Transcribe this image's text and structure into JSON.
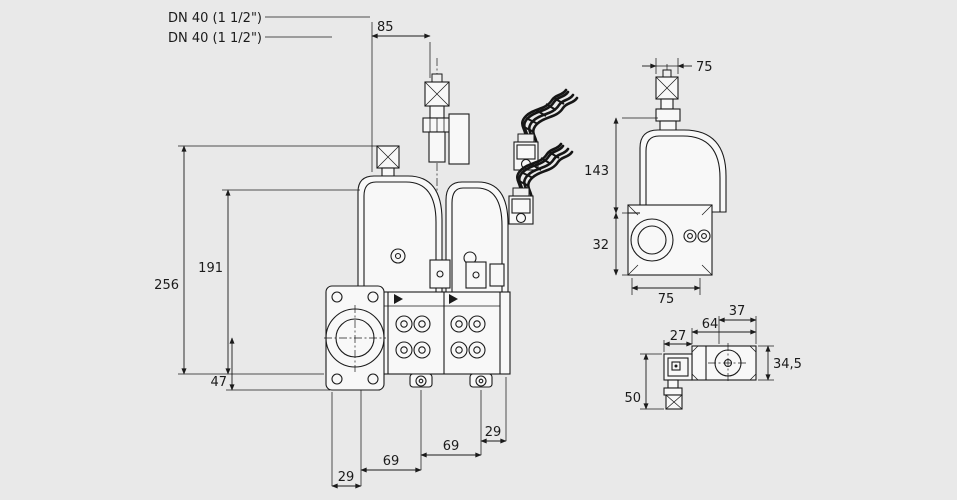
{
  "page": {
    "background_color": "#e9e9e9",
    "line_color": "#1b1b1b",
    "description": "Technical dimension drawing of a double solenoid gas valve with front view, side view and detail top view"
  },
  "labels": {
    "dn_line1": "DN 40 (1 1/2\")",
    "dn_line2": "DN 40 (1 1/2\")"
  },
  "front_view": {
    "dim_top_85": "85",
    "dim_height_256": "256",
    "dim_height_191": "191",
    "dim_height_47": "47",
    "dim_bottom_29_left": "29",
    "dim_bottom_69_left": "69",
    "dim_bottom_69_right": "69",
    "dim_bottom_29_right": "29"
  },
  "side_view": {
    "dim_top_75": "75",
    "dim_height_143": "143",
    "dim_height_32": "32",
    "dim_bottom_75": "75"
  },
  "detail_view": {
    "dim_37": "37",
    "dim_64": "64",
    "dim_27": "27",
    "dim_34_5": "34,5",
    "dim_50": "50"
  }
}
